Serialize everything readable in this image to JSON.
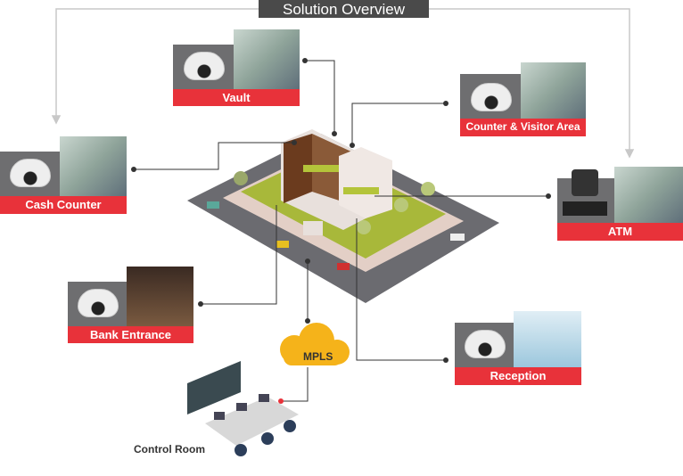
{
  "title": "Solution Overview",
  "locations": [
    {
      "id": "vault",
      "label": "Vault"
    },
    {
      "id": "counter",
      "label": "Counter & Visitor Area"
    },
    {
      "id": "cash",
      "label": "Cash Counter"
    },
    {
      "id": "atm",
      "label": "ATM"
    },
    {
      "id": "entrance",
      "label": "Bank Entrance"
    },
    {
      "id": "reception",
      "label": "Reception"
    }
  ],
  "network": {
    "label": "MPLS"
  },
  "control_room": {
    "label": "Control Room"
  },
  "colors": {
    "label_bar": "#e8323a",
    "title_bg": "#4a4a4a",
    "camera_panel": "#6e6e70",
    "building_accent": "#a8b83a"
  }
}
